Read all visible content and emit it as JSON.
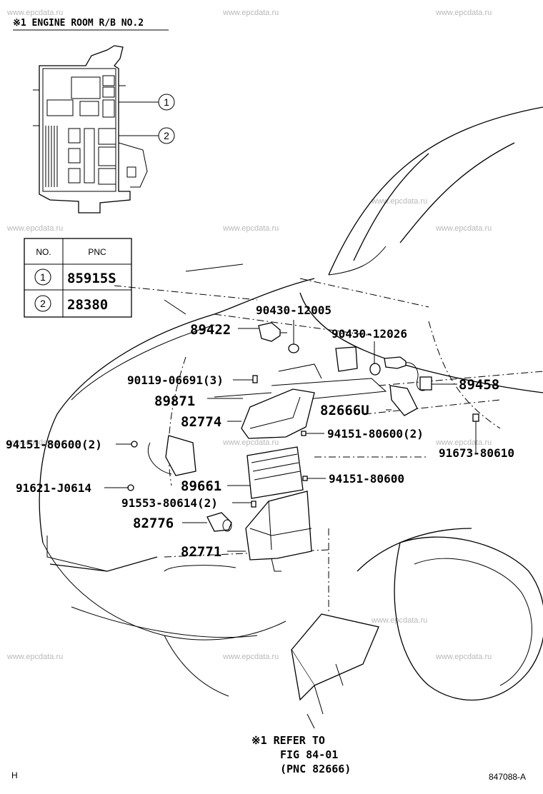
{
  "watermark": "www.epcdata.ru",
  "header": {
    "title": "※1 ENGINE ROOM  R/B NO.2"
  },
  "table": {
    "headers": [
      "NO.",
      "PNC"
    ],
    "rows": [
      {
        "no": "1",
        "pnc": "85915S"
      },
      {
        "no": "2",
        "pnc": "28380"
      }
    ]
  },
  "callouts": {
    "c1": "1",
    "c2": "2"
  },
  "parts": {
    "p89422": "89422",
    "p90430_12005": "90430-12005",
    "p90430_12026": "90430-12026",
    "p90119": "90119-06691(3)",
    "p89871": "89871",
    "p89458": "89458",
    "p82774": "82774",
    "p82666u": "82666U",
    "p94151_80600_2a": "94151-80600(2)",
    "p94151_80600_2b": "94151-80600(2)",
    "p91673": "91673-80610",
    "p91621": "91621-J0614",
    "p89661": "89661",
    "p94151_80600": "94151-80600",
    "p91553": "91553-80614(2)",
    "p82776": "82776",
    "p82771": "82771"
  },
  "reference": {
    "line1": "※1 REFER TO",
    "line2": "FIG  84-01",
    "line3": "(PNC 82666)"
  },
  "footer": {
    "left": "H",
    "right": "847088-A"
  }
}
